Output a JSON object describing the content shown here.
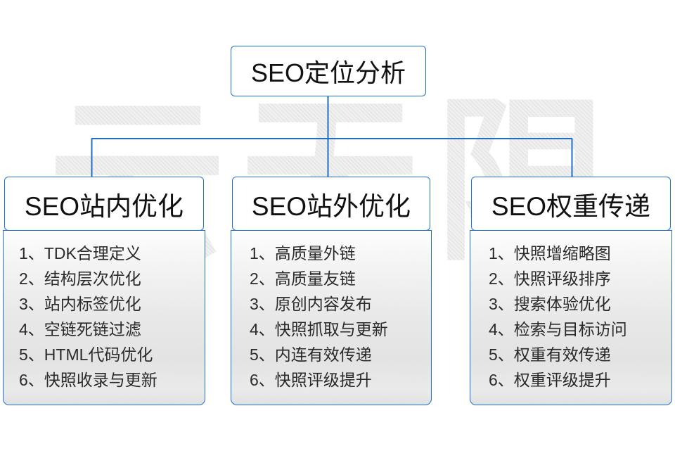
{
  "watermark": {
    "text": "云无限"
  },
  "root": {
    "title": "SEO定位分析"
  },
  "columns": [
    {
      "header": "SEO站内优化",
      "items": [
        "1、TDK合理定义",
        "2、结构层次优化",
        "3、站内标签优化",
        "4、空链死链过滤",
        "5、HTML代码优化",
        "6、快照收录与更新"
      ]
    },
    {
      "header": "SEO站外优化",
      "items": [
        "1、高质量外链",
        "2、高质量友链",
        "3、原创内容发布",
        "4、快照抓取与更新",
        "5、内连有效传递",
        "6、快照评级提升"
      ]
    },
    {
      "header": "SEO权重传递",
      "items": [
        "1、快照增缩略图",
        "2、快照评级排序",
        "3、搜索体验优化",
        "4、检索与目标访问",
        "5、权重有效传递",
        "6、权重评级提升"
      ]
    }
  ],
  "colors": {
    "connector": "#1F6FC8",
    "border": "#1F6FC8",
    "text": "#111111",
    "background": "#FFFFFF"
  }
}
